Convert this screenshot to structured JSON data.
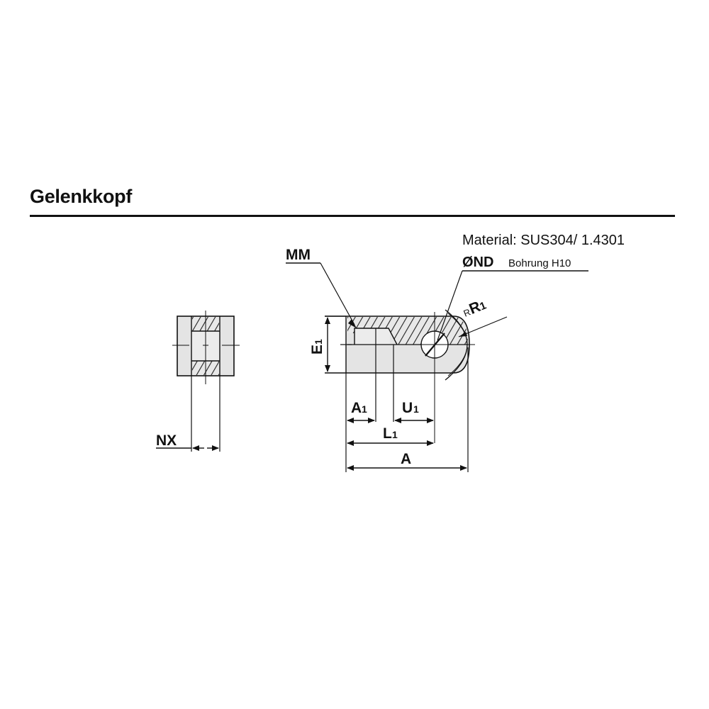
{
  "title": "Gelenkkopf",
  "material": "Material: SUS304/ 1.4301",
  "bore": {
    "symbol": "ØND",
    "note": "Bohrung H10"
  },
  "labels": {
    "mm": "MM",
    "e1_main": "E",
    "e1_sub": "1",
    "rr1_prefix": "R",
    "rr1_main": "R",
    "rr1_sub": "1",
    "a1_main": "A",
    "a1_sub": "1",
    "u1_main": "U",
    "u1_sub": "1",
    "l1_main": "L",
    "l1_sub": "1",
    "a": "A",
    "nx": "NX"
  },
  "colors": {
    "line": "#111111",
    "fill": "#e4e4e4",
    "hatch": "#333333"
  }
}
